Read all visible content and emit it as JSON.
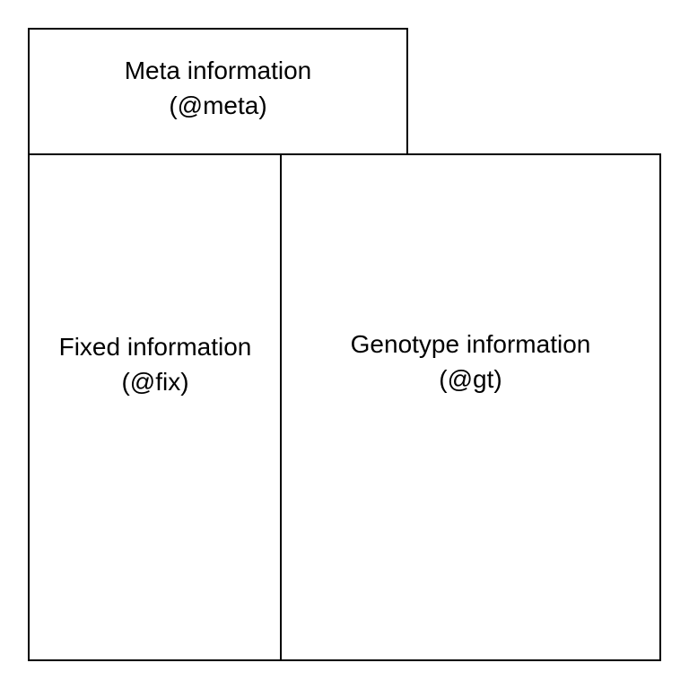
{
  "diagram": {
    "meta_box": {
      "title": "Meta information",
      "code": "(@meta)"
    },
    "fix_box": {
      "title": "Fixed information",
      "code": "(@fix)"
    },
    "gt_box": {
      "title": "Genotype information",
      "code": "(@gt)"
    }
  }
}
